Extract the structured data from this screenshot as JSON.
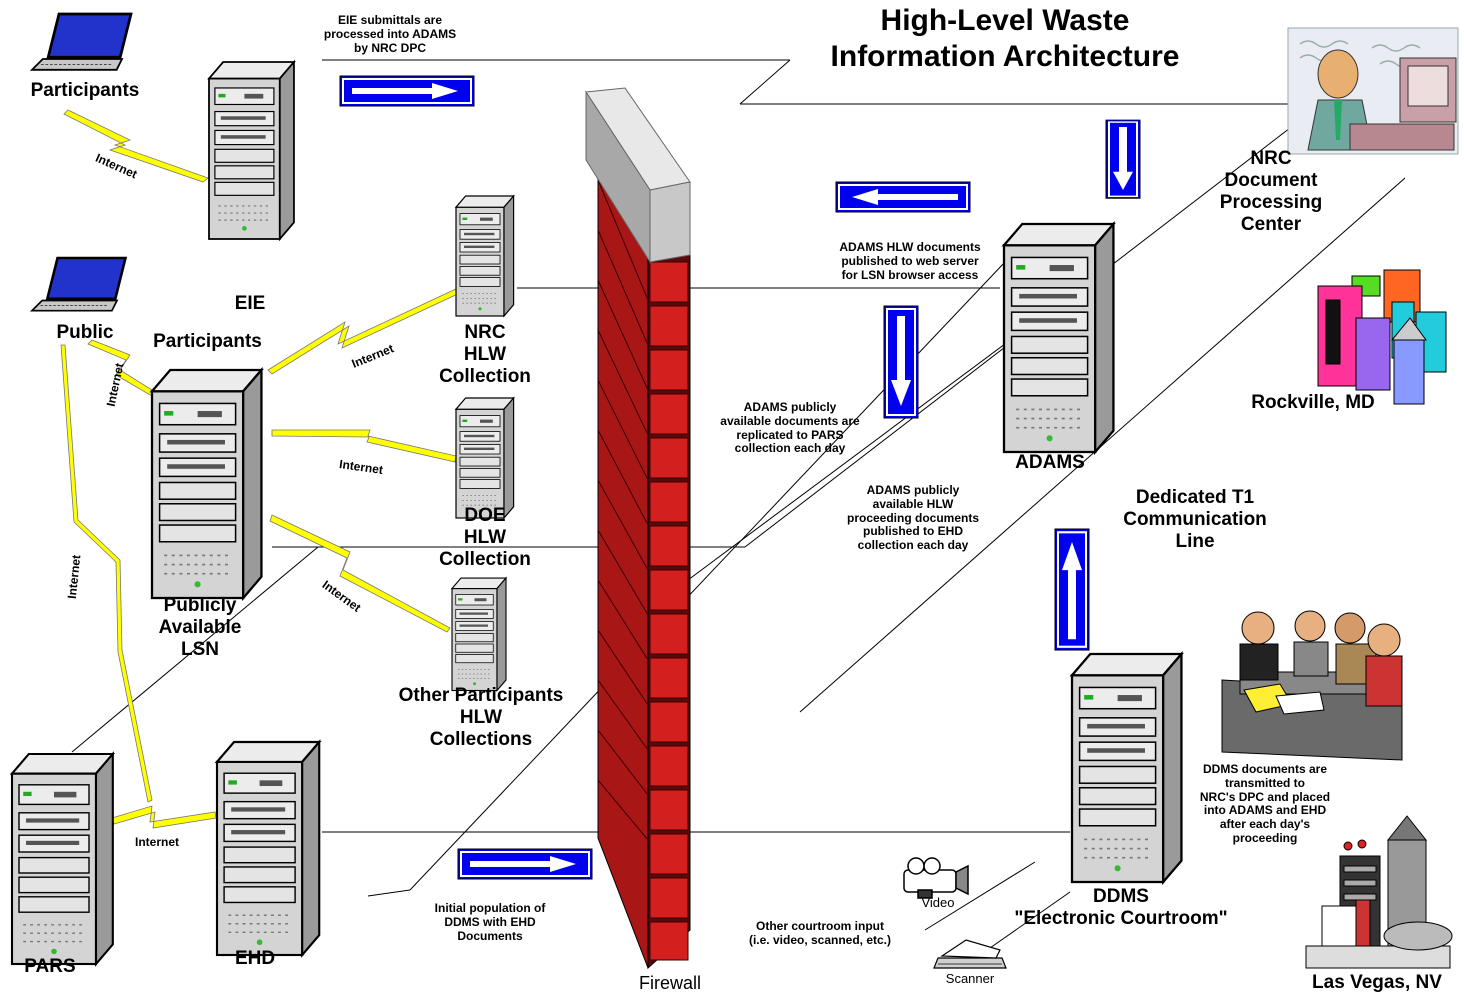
{
  "title": "High-Level Waste\nInformation Architecture",
  "nodes": {
    "participants_laptop": "Participants",
    "public_laptop": "Public",
    "participants_label2": "Participants",
    "eie": "EIE",
    "nrc_hlw": "NRC\nHLW\nCollection",
    "doe_hlw": "DOE\nHLW\nCollection",
    "other_hlw": "Other Participants\nHLW\nCollections",
    "public_lsn": "Publicly\nAvailable\nLSN",
    "pars": "PARS",
    "ehd": "EHD",
    "adams": "ADAMS",
    "ddms": "DDMS\n\"Electronic Courtroom\"",
    "firewall": "Firewall",
    "nrc_dpc": "NRC\nDocument\nProcessing\nCenter",
    "rockville": "Rockville, MD",
    "las_vegas": "Las Vegas, NV",
    "t1_line": "Dedicated T1\nCommunication\nLine",
    "video": "Video",
    "scanner": "Scanner"
  },
  "internet_labels": [
    "Internet",
    "Internet",
    "Internet",
    "Internet",
    "Internet",
    "Internet",
    "Internet"
  ],
  "notes": {
    "eie_submittals": "EIE submittals are\nprocessed into ADAMS\nby NRC DPC",
    "adams_web": "ADAMS HLW documents\npublished to web server\nfor LSN browser access",
    "adams_pars": "ADAMS publicly\navailable  documents are\nreplicated to PARS\ncollection each day",
    "adams_ehd": "ADAMS publicly\navailable HLW\nproceeding documents\npublished to EHD\ncollection each day",
    "initial_population": "Initial population of\nDDMS with EHD\nDocuments",
    "courtroom_input": "Other  courtroom input\n(i.e. video, scanned, etc.)",
    "ddms_transmit": "DDMS documents are\ntransmitted to\nNRC's DPC and placed\ninto ADAMS and EHD\nafter each day's\nproceeding"
  },
  "colors": {
    "lightning": "#ffff00",
    "arrow_blue": "#0000ee",
    "brick": "#cc1111",
    "server_gray": "#d0d0d0",
    "screen_blue": "#2233cc"
  }
}
